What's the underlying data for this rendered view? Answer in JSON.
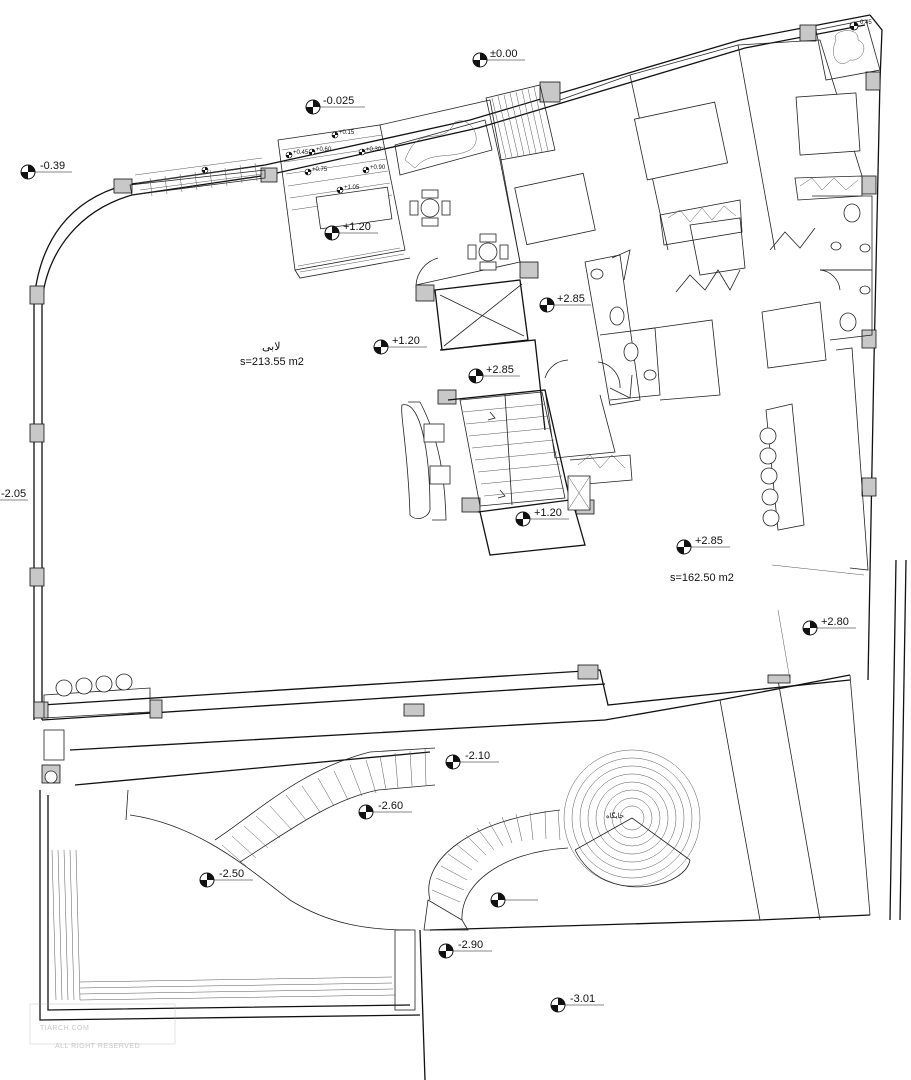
{
  "plan": {
    "levels": [
      {
        "id": "lvl-top",
        "text": "±0.00"
      },
      {
        "id": "lvl-minus-0025",
        "text": "-0.025"
      },
      {
        "id": "lvl-minus-039",
        "text": "-0.39"
      },
      {
        "id": "lvl-plus-120-terrace",
        "text": "+1.20"
      },
      {
        "id": "lvl-plus-120-lobby",
        "text": "+1.20"
      },
      {
        "id": "lvl-plus-285-toilet",
        "text": "+2.85"
      },
      {
        "id": "lvl-plus-285-stair",
        "text": "+2.85"
      },
      {
        "id": "lvl-plus-120-stair",
        "text": "+1.20"
      },
      {
        "id": "lvl-plus-285-hall",
        "text": "+2.85"
      },
      {
        "id": "lvl-plus-280",
        "text": "+2.80"
      },
      {
        "id": "lvl-minus-205",
        "text": "-2.05"
      },
      {
        "id": "lvl-minus-210",
        "text": "-2.10"
      },
      {
        "id": "lvl-minus-260",
        "text": "-2.60"
      },
      {
        "id": "lvl-minus-250",
        "text": "-2.50"
      },
      {
        "id": "lvl-minus-290",
        "text": "-2.90"
      },
      {
        "id": "lvl-minus-301",
        "text": "-3.01"
      },
      {
        "id": "lvl-corner",
        "text": "0.45"
      }
    ],
    "step_levels": [
      "+0.15",
      "+0.30",
      "+0.45",
      "+0.60",
      "+0.75",
      "+0.90",
      "+1.05"
    ],
    "rooms": {
      "lobby_name": "لابی",
      "lobby_area": "s=213.55 m2",
      "hall_area": "s=162.50 m2",
      "amphitheatre_label": "جایگاه"
    },
    "watermark": {
      "line1": "TIARCH.COM",
      "line2": "ALL RIGHT RESERVED"
    }
  }
}
